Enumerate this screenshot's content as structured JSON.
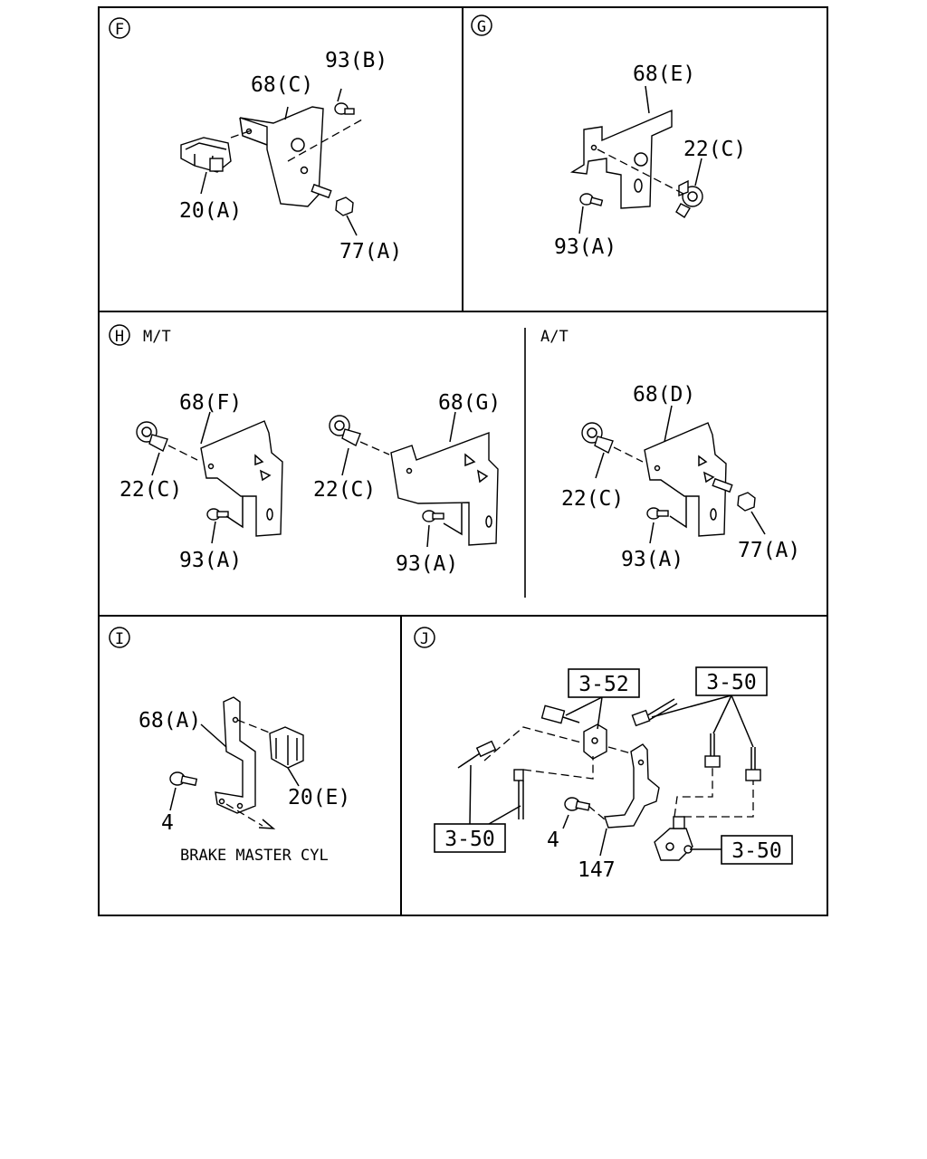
{
  "panels": {
    "F": {
      "letter": "F",
      "callouts": {
        "bracket": "68(C)",
        "bolt": "93(B)",
        "clip": "20(A)",
        "nut": "77(A)"
      }
    },
    "G": {
      "letter": "G",
      "callouts": {
        "bracket": "68(E)",
        "clamp": "22(C)",
        "bolt": "93(A)"
      }
    },
    "H": {
      "letter": "H",
      "mt_caption": "M/T",
      "at_caption": "A/T",
      "mt_left": {
        "bracket": "68(F)",
        "clamp": "22(C)",
        "bolt": "93(A)"
      },
      "mt_right": {
        "bracket": "68(G)",
        "clamp": "22(C)",
        "bolt": "93(A)"
      },
      "at": {
        "bracket": "68(D)",
        "clamp": "22(C)",
        "bolt": "93(A)",
        "nut": "77(A)"
      }
    },
    "I": {
      "letter": "I",
      "callouts": {
        "bracket": "68(A)",
        "clip": "20(E)",
        "bolt": "4"
      },
      "note": "BRAKE MASTER CYL"
    },
    "J": {
      "letter": "J",
      "callouts": {
        "ref_top_left": "3-52",
        "ref_top_right": "3-50",
        "ref_left": "3-50",
        "ref_right": "3-50",
        "bolt": "4",
        "bracket": "147"
      }
    }
  }
}
